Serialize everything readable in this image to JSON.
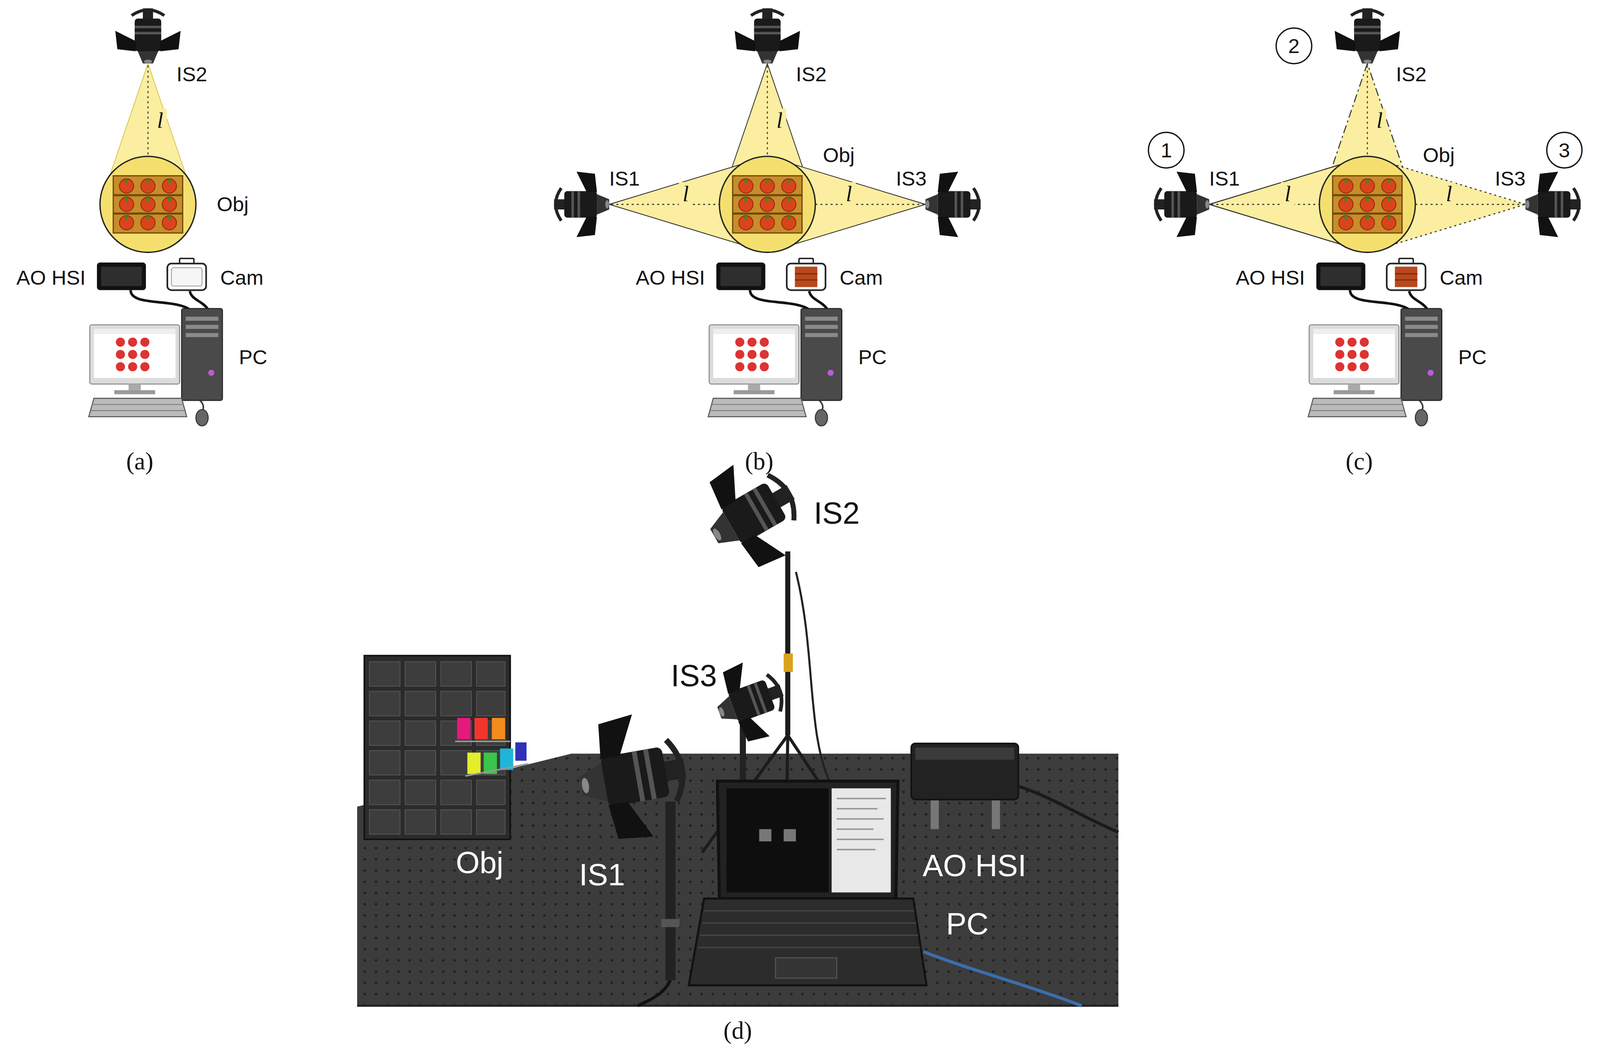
{
  "diagram": {
    "nodes": [
      {
        "text": [
          "1"
        ]
      },
      {
        "text": [
          "2"
        ]
      },
      {
        "text": [
          "3"
        ]
      }
    ],
    "labels": [
      "IS2",
      "l",
      "Obj",
      "AO HSI",
      "Cam",
      "PC",
      "(a)",
      "IS2",
      "IS1",
      "l",
      "Obj",
      "IS3",
      "l",
      "l",
      "AO HSI",
      "Cam",
      "PC",
      "(b)",
      "IS2",
      "IS1",
      "l",
      "Obj",
      "IS3",
      "l",
      "l",
      "AO HSI",
      "Cam",
      "PC",
      "(c)",
      "IS2",
      "IS3",
      "Obj",
      "IS1",
      "AO HSI",
      "PC",
      "(d)"
    ]
  }
}
